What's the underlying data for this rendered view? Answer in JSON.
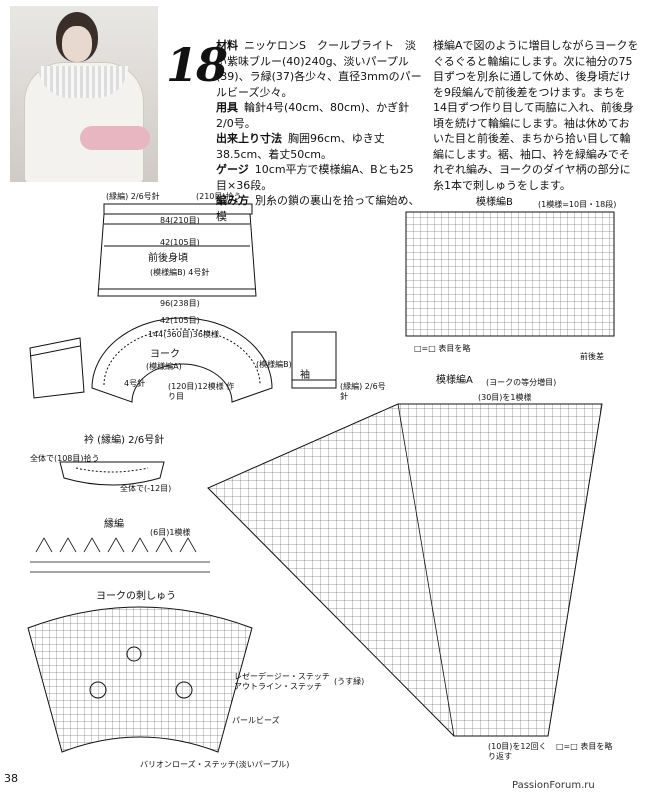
{
  "pattern_number": "18",
  "materials": {
    "label": "材料",
    "text": "ニッケロンS　クールブライト　淡い紫味ブルー(40)240g、淡いパープル(39)、ラ緑(37)各少々、直径3mmのパールビーズ少々。"
  },
  "tools": {
    "label": "用具",
    "text": "輪針4号(40cm、80cm)、かぎ針2/0号。"
  },
  "size": {
    "label": "出来上り寸法",
    "text": "胸囲96cm、ゆき丈38.5cm、着丈50cm。"
  },
  "gauge": {
    "label": "ゲージ",
    "text": "10cm平方で模様編A、Bとも25目×36段。"
  },
  "method": {
    "label": "編み方",
    "text": "別糸の鎖の裏山を拾って編始め、模",
    "continuation": "様編Aで図のように増目しながらヨークをぐるぐると輪編にします。次に袖分の75目ずつを別糸に通して休め、後身頃だけを9段編んで前後差をつけます。まちを14目ずつ作り目して両脇に入れ、前後身頃を続けて輪編にします。袖は休めておいた目と前後差、まちから拾い目して輪編にします。裾、袖口、衿を緑編みでそれぞれ編み、ヨークのダイヤ柄の部分に糸1本で刺しゅうをします。"
  },
  "diagram_labels": {
    "edge_top": "(縁編) 2/6号針",
    "edge_top_note": "(210目)拾う",
    "w84": "84(210目)",
    "w42": "42(105目)",
    "body_title": "前後身頃",
    "body_sub": "(模様編B) 4号針",
    "w96": "96(238目)",
    "w42b": "42(105目)",
    "yoke_title": "ヨーク",
    "yoke_sub": "(模様編A)",
    "yoke_needle": "4号針",
    "yoke_top": "144(360目)36模様",
    "yoke_bottom": "(120目)12模様 作り目",
    "sleeve_title": "袖",
    "sleeve_sub": "(模様編B)",
    "sleeve_edge": "(縁編) 2/6号針",
    "collar_title": "衿 (縁編) 2/6号針",
    "collar_all": "全体で(108目)拾う",
    "collar_dec": "全体で(-12目)",
    "edge_title": "縁編",
    "edge_repeat": "(6目)1模様",
    "embroidery_title": "ヨークの刺しゅう",
    "emb_1": "レゼーデージー・ステッチ",
    "emb_2": "アウトライン・ステッチ",
    "emb_3": "(うす緑)",
    "emb_4": "パールビーズ",
    "emb_5": "バリオンローズ・ステッチ(淡いパープル)",
    "chart_b_title": "模様編B",
    "chart_b_repeat": "(1模様=10目・18段)",
    "chart_a_title": "模様編A",
    "chart_a_sub": "(ヨークの等分増目)",
    "chart_a_top": "(30目)を1模様",
    "chart_a_bottom": "(10目)を12回くり返す",
    "legend": "□=□ 表目を略",
    "front_back_diff": "前後差"
  },
  "page_number": "38",
  "footer": "PassionForum.ru"
}
